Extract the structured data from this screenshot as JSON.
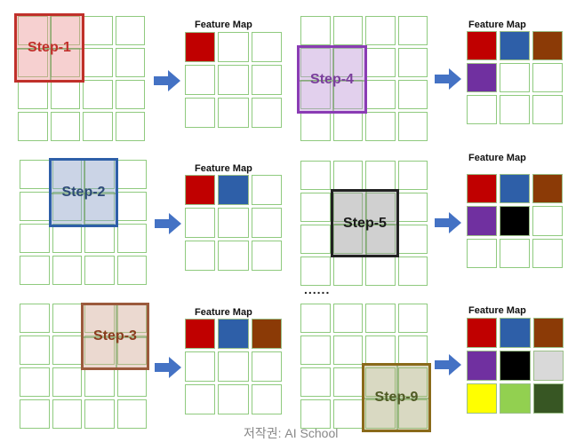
{
  "feature_map_title": "Feature Map",
  "steps": [
    {
      "label": "Step-1",
      "filled": 1
    },
    {
      "label": "Step-4",
      "filled": 4
    },
    {
      "label": "Step-2",
      "filled": 2
    },
    {
      "label": "Step-5",
      "filled": 5
    },
    {
      "label": "Step-3",
      "filled": 3
    },
    {
      "label": "Step-9",
      "filled": 9
    }
  ],
  "kernel_colors": {
    "Step-1": {
      "border": "#c0302a",
      "fill": "rgba(235,150,150,0.45)",
      "text": "#c0302a"
    },
    "Step-2": {
      "border": "#2e5fa8",
      "fill": "rgba(140,160,200,0.45)",
      "text": "#2e4a78"
    },
    "Step-3": {
      "border": "#9b5a3c",
      "fill": "rgba(210,170,150,0.45)",
      "text": "#8a3d1e"
    },
    "Step-4": {
      "border": "#8a3cb4",
      "fill": "rgba(190,150,215,0.45)",
      "text": "#7a3d9c"
    },
    "Step-5": {
      "border": "#222222",
      "fill": "rgba(150,150,150,0.45)",
      "text": "#1a1a1a"
    },
    "Step-9": {
      "border": "#8a6a1a",
      "fill": "rgba(170,170,120,0.45)",
      "text": "#4f5a24"
    }
  },
  "feature_map_colors": [
    "#c00000",
    "#2e5fa8",
    "#8b3a06",
    "#7030a0",
    "#000000",
    "#d9d9d9",
    "#ffff00",
    "#92d050",
    "#375623"
  ],
  "arrow_color": "#4472c4",
  "ellipsis": "......",
  "credit": "저작권: AI School"
}
